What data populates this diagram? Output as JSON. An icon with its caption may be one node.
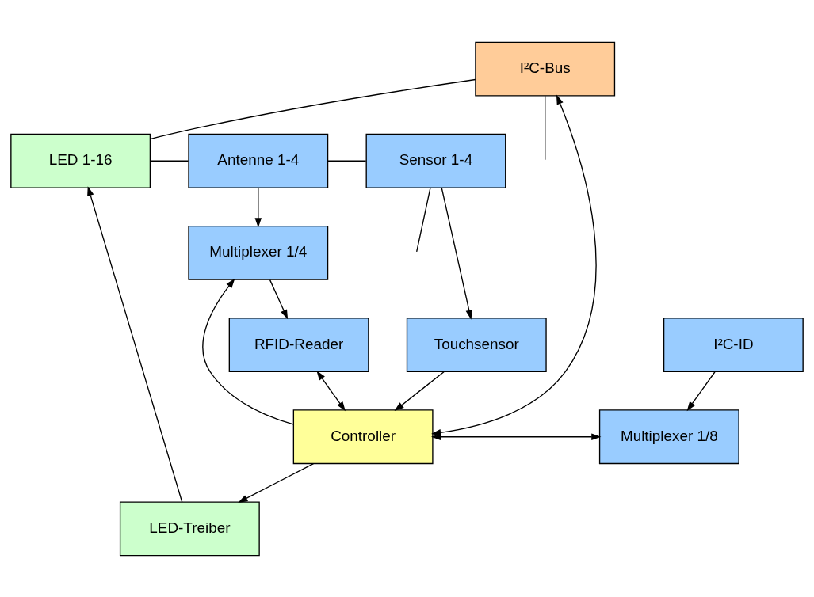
{
  "diagram": {
    "nodes": [
      {
        "text": [
          "LED 1-16"
        ]
      },
      {
        "text": [
          "Antenne 1-4"
        ]
      },
      {
        "text": [
          "Sensor 1-4"
        ]
      },
      {
        "text": [
          "LED-Treiber"
        ]
      },
      {
        "text": [
          "Multiplexer 1/4"
        ]
      },
      {
        "text": [
          "Touchsensor"
        ]
      },
      {
        "text": [
          "RFID-Reader"
        ]
      },
      {
        "text": [
          "I²C-ID"
        ]
      },
      {
        "text": [
          "Controller"
        ]
      },
      {
        "text": [
          "Multiplexer 1/8"
        ]
      },
      {
        "text": [
          "I²C-Bus"
        ]
      }
    ],
    "edges": [
      {
        "from": 3,
        "to": 0,
        "arrow": "to"
      },
      {
        "from": 1,
        "to": 4,
        "arrow": "to"
      },
      {
        "from": 2,
        "to": 5,
        "arrow": "to"
      },
      {
        "from": 4,
        "to": 6,
        "arrow": "to"
      },
      {
        "from": 8,
        "to": 3,
        "arrow": "to"
      },
      {
        "from": 8,
        "to": 4,
        "arrow": "to"
      },
      {
        "from": 5,
        "to": 8,
        "arrow": "to"
      },
      {
        "from": 6,
        "to": 8,
        "arrow": "both"
      },
      {
        "from": 7,
        "to": 9,
        "arrow": "to"
      },
      {
        "from": 8,
        "to": 9,
        "arrow": "both"
      },
      {
        "from": 10,
        "to": 8,
        "arrow": "both"
      },
      {
        "from": 10,
        "to": 0,
        "arrow": "none"
      },
      {
        "from": 0,
        "to": 1,
        "arrow": "none"
      },
      {
        "from": 1,
        "to": 2,
        "arrow": "none"
      },
      {
        "from": 2,
        "to": null,
        "arrow": "none"
      },
      {
        "from": 10,
        "to": null,
        "arrow": "none"
      }
    ]
  }
}
